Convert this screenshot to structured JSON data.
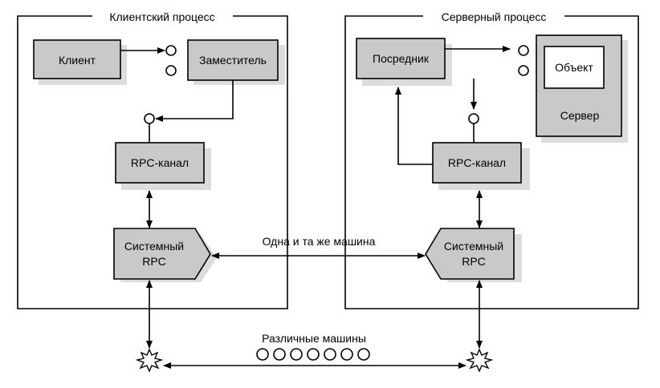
{
  "client_process": {
    "title": "Клиентский процесс",
    "client": "Клиент",
    "proxy": "Заместитель",
    "rpc_channel": "RPC-канал",
    "system_rpc": [
      "Системный",
      "RPC"
    ]
  },
  "server_process": {
    "title": "Серверный процесс",
    "stub": "Посредник",
    "object": "Объект",
    "server": "Сервер",
    "rpc_channel": "RPC-канал",
    "system_rpc": [
      "Системный",
      "RPC"
    ]
  },
  "links": {
    "same_machine": "Одна и та же машина",
    "different_machines": "Различные машины"
  }
}
